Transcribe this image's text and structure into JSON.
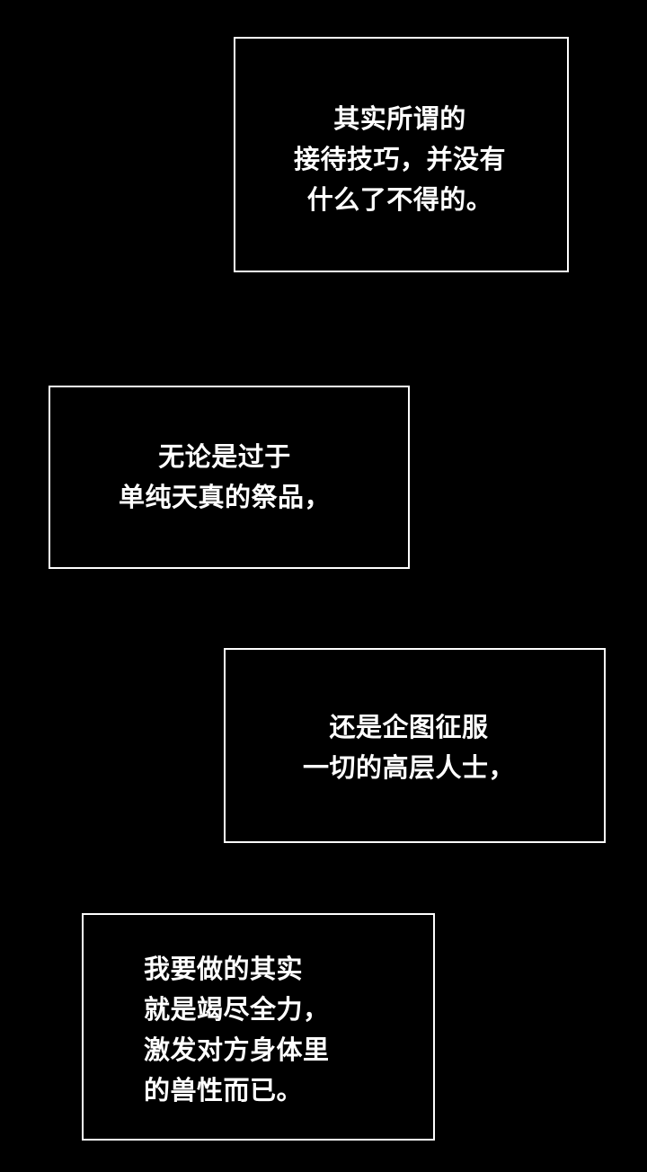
{
  "page": {
    "background_color": "#000000",
    "text_color": "#ffffff",
    "border_color": "#ffffff"
  },
  "captions": [
    {
      "lines": [
        "其实所谓的",
        "接待技巧，并没有",
        "什么了不得的。"
      ]
    },
    {
      "lines": [
        "无论是过于",
        "单纯天真的祭品，"
      ]
    },
    {
      "lines": [
        "还是企图征服",
        "一切的高层人士，"
      ]
    },
    {
      "lines": [
        "我要做的其实",
        "就是竭尽全力，",
        "激发对方身体里",
        "的兽性而已。"
      ]
    }
  ]
}
